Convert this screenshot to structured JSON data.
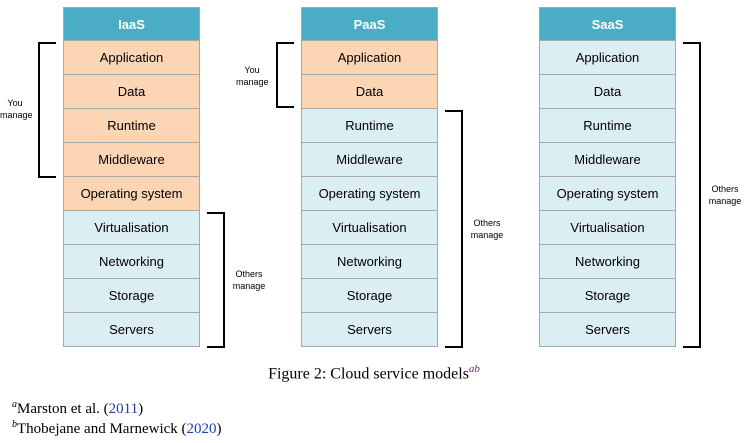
{
  "stacks": [
    {
      "title": "IaaS",
      "layers": [
        {
          "label": "Application",
          "managed_by": "you"
        },
        {
          "label": "Data",
          "managed_by": "you"
        },
        {
          "label": "Runtime",
          "managed_by": "you"
        },
        {
          "label": "Middleware",
          "managed_by": "you"
        },
        {
          "label": "Operating system",
          "managed_by": "you"
        },
        {
          "label": "Virtualisation",
          "managed_by": "others"
        },
        {
          "label": "Networking",
          "managed_by": "others"
        },
        {
          "label": "Storage",
          "managed_by": "others"
        },
        {
          "label": "Servers",
          "managed_by": "others"
        }
      ],
      "you_label": "You manage",
      "others_label": "Others manage"
    },
    {
      "title": "PaaS",
      "layers": [
        {
          "label": "Application",
          "managed_by": "you"
        },
        {
          "label": "Data",
          "managed_by": "you"
        },
        {
          "label": "Runtime",
          "managed_by": "others"
        },
        {
          "label": "Middleware",
          "managed_by": "others"
        },
        {
          "label": "Operating system",
          "managed_by": "others"
        },
        {
          "label": "Virtualisation",
          "managed_by": "others"
        },
        {
          "label": "Networking",
          "managed_by": "others"
        },
        {
          "label": "Storage",
          "managed_by": "others"
        },
        {
          "label": "Servers",
          "managed_by": "others"
        }
      ],
      "you_label": "You manage",
      "others_label": "Others manage"
    },
    {
      "title": "SaaS",
      "layers": [
        {
          "label": "Application",
          "managed_by": "others"
        },
        {
          "label": "Data",
          "managed_by": "others"
        },
        {
          "label": "Runtime",
          "managed_by": "others"
        },
        {
          "label": "Middleware",
          "managed_by": "others"
        },
        {
          "label": "Operating system",
          "managed_by": "others"
        },
        {
          "label": "Virtualisation",
          "managed_by": "others"
        },
        {
          "label": "Networking",
          "managed_by": "others"
        },
        {
          "label": "Storage",
          "managed_by": "others"
        },
        {
          "label": "Servers",
          "managed_by": "others"
        }
      ],
      "others_label": "Others manage"
    }
  ],
  "caption": {
    "text": "Figure 2: Cloud service models",
    "sup": "ab"
  },
  "footnotes": [
    {
      "marker": "a",
      "text": "Marston et al. (",
      "year": "2011",
      "close": ")"
    },
    {
      "marker": "b",
      "text": "Thobejane and Marnewick (",
      "year": "2020",
      "close": ")"
    }
  ],
  "colors": {
    "header": "#4bacc6",
    "you_manage": "#fcd5b5",
    "others_manage": "#dbeef4",
    "citation_link": "#1a3fb0"
  }
}
